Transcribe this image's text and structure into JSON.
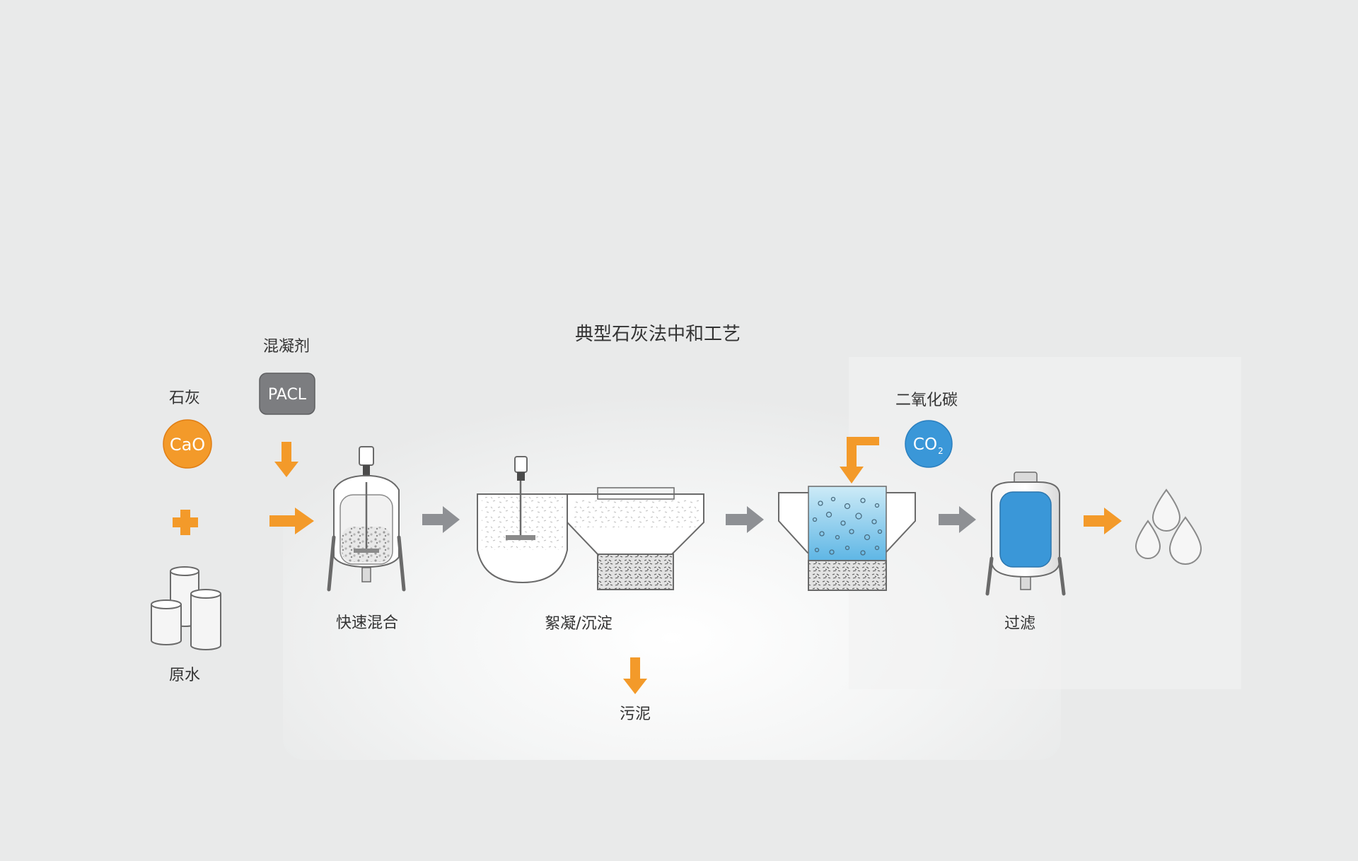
{
  "title": "典型石灰法中和工艺",
  "labels": {
    "lime": "石灰",
    "coagulant": "混凝剂",
    "raw_water": "原水",
    "rapid_mix": "快速混合",
    "floc_settle": "絮凝/沉淀",
    "sludge": "污泥",
    "co2": "二氧化碳",
    "filtration": "过滤"
  },
  "badges": {
    "cao": {
      "text": "CaO",
      "color": "#F39A2A"
    },
    "pacl": {
      "text": "PACL",
      "color": "#7C7D80"
    },
    "co2": {
      "main": "CO",
      "sub": "2",
      "color": "#3A97D8"
    }
  },
  "colors": {
    "orange_arrow": "#F39A2A",
    "gray_arrow": "#8E9094",
    "water_blue": "#3A97D8",
    "light_blue": "#9FD6EE",
    "background": "#E9EAEA"
  },
  "icons": [
    "plus-icon",
    "water-cylinders-icon",
    "mixing-tank-icon",
    "agitator-icon",
    "settling-tank-icon",
    "recarbonation-tank-icon",
    "filter-vessel-icon",
    "water-drops-icon"
  ]
}
